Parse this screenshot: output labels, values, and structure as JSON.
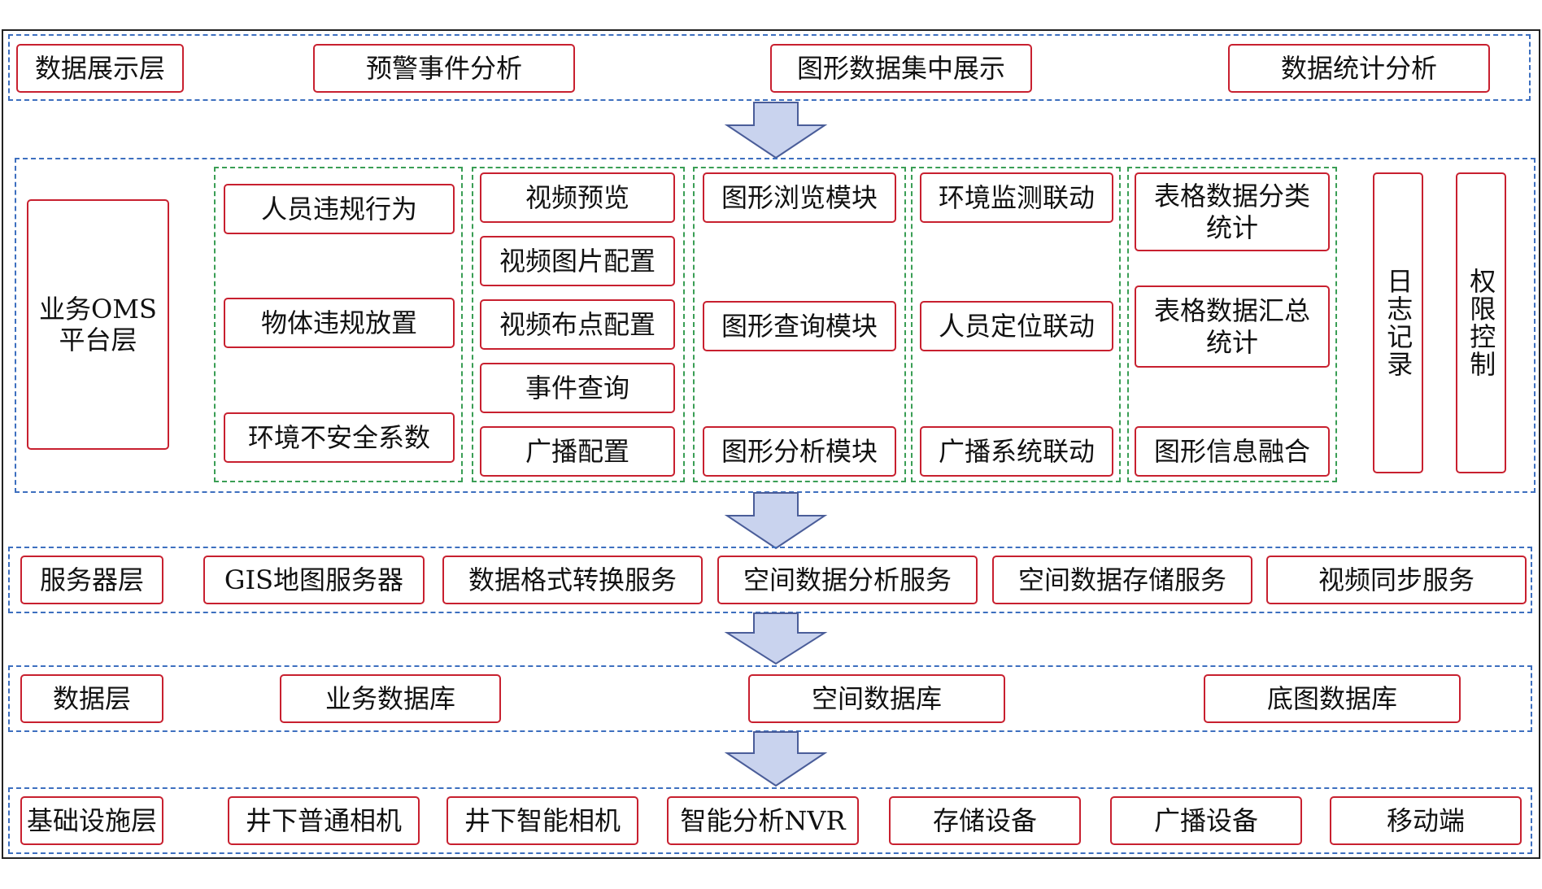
{
  "layers": {
    "display": {
      "label": "数据展示层",
      "items": [
        "预警事件分析",
        "图形数据集中展示",
        "数据统计分析"
      ]
    },
    "oms": {
      "label": "业务OMS\n平台层",
      "col1": [
        "人员违规行为",
        "物体违规放置",
        "环境不安全系数"
      ],
      "col2": [
        "视频预览",
        "视频图片配置",
        "视频布点配置",
        "事件查询",
        "广播配置"
      ],
      "col3": [
        "图形浏览模块",
        "图形查询模块",
        "图形分析模块"
      ],
      "col4": [
        "环境监测联动",
        "人员定位联动",
        "广播系统联动"
      ],
      "col5": [
        "表格数据分类\n统计",
        "表格数据汇总\n统计",
        "图形信息融合"
      ],
      "side": [
        "日志记录",
        "权限控制"
      ]
    },
    "server": {
      "label": "服务器层",
      "items": [
        "GIS地图服务器",
        "数据格式转换服务",
        "空间数据分析服务",
        "空间数据存储服务",
        "视频同步服务"
      ]
    },
    "data": {
      "label": "数据层",
      "items": [
        "业务数据库",
        "空间数据库",
        "底图数据库"
      ]
    },
    "infra": {
      "label": "基础设施层",
      "items": [
        "井下普通相机",
        "井下智能相机",
        "智能分析NVR",
        "存储设备",
        "广播设备",
        "移动端"
      ]
    }
  },
  "colors": {
    "box_border": "#c8202f",
    "layer_border": "#3d6fbf",
    "group_border": "#3a9e55",
    "arrow_fill": "#c9d3ee",
    "arrow_stroke": "#4a5d99"
  }
}
